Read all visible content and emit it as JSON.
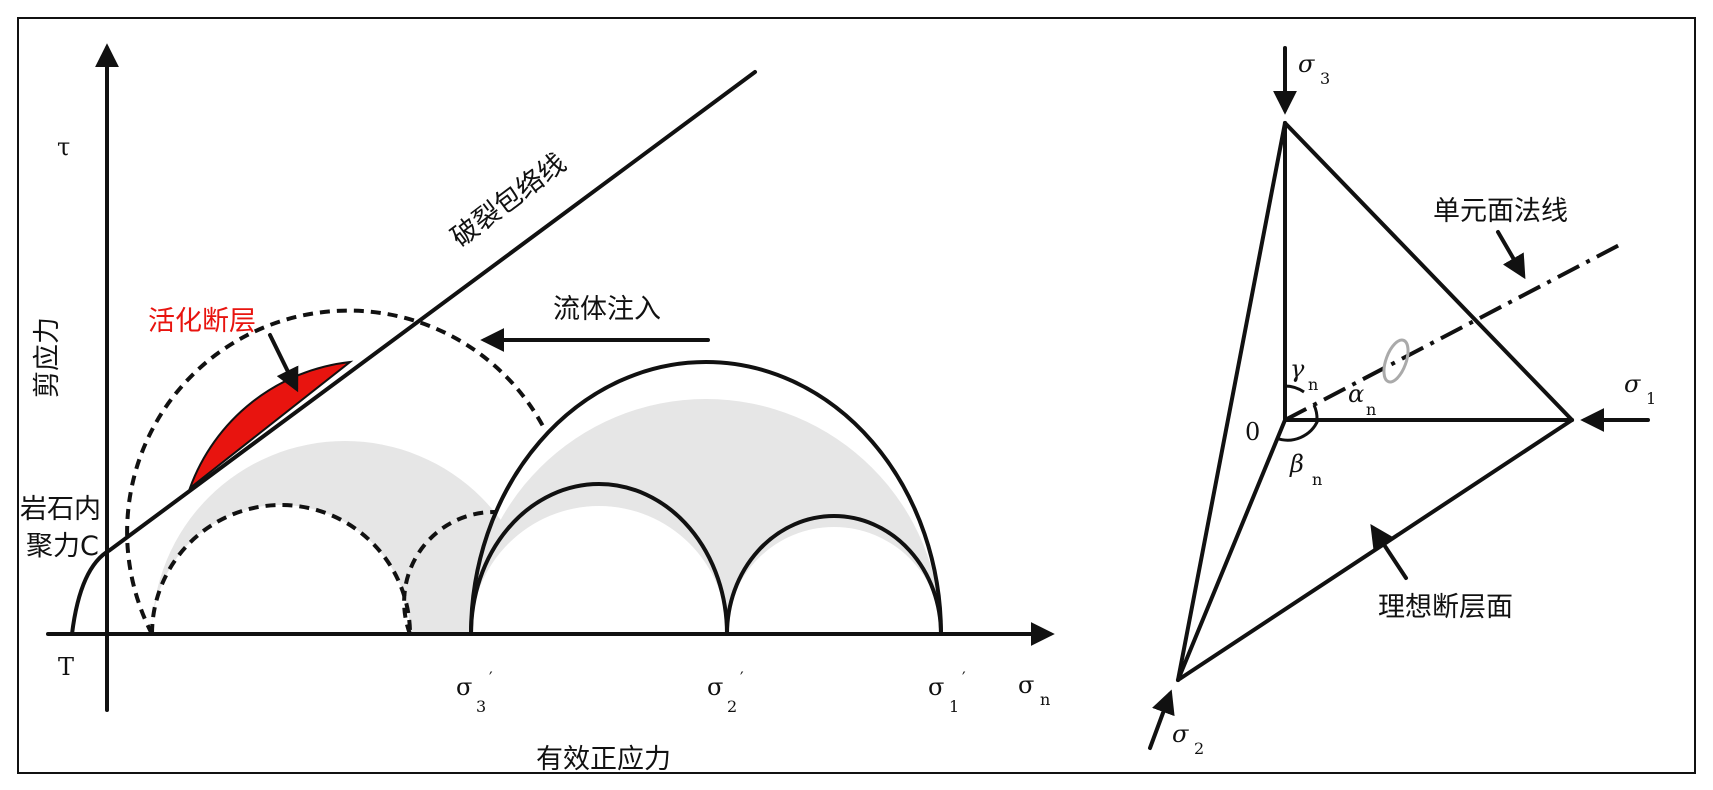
{
  "left_panel": {
    "y_axis_symbol": "τ",
    "y_axis_label": "剪应力",
    "x_axis_label": "有效正应力",
    "x_axis_symbol": "σ",
    "x_axis_symbol_sub": "n",
    "tensile_label": "T",
    "cohesion_label_line1": "岩石内",
    "cohesion_label_line2": "聚力C",
    "envelope_label": "破裂包络线",
    "activated_fault_label": "活化断层",
    "fluid_injection_label": "流体注入",
    "sigma3_prime": {
      "sym": "σ",
      "sub": "3",
      "prime": "′"
    },
    "sigma2_prime": {
      "sym": "σ",
      "sub": "2",
      "prime": "′"
    },
    "sigma1_prime": {
      "sym": "σ",
      "sub": "1",
      "prime": "′"
    },
    "colors": {
      "activated_fault": "#e8140f",
      "mohr_circle_fill": "#e6e6e6"
    }
  },
  "right_panel": {
    "sigma3": {
      "sym": "σ",
      "sub": "3"
    },
    "sigma1": {
      "sym": "σ",
      "sub": "1"
    },
    "sigma2": {
      "sym": "σ",
      "sub": "2"
    },
    "origin_label": "0",
    "gamma": {
      "sym": "γ",
      "sub": "n"
    },
    "alpha": {
      "sym": "α",
      "sub": "n"
    },
    "beta": {
      "sym": "β",
      "sub": "n"
    },
    "normal_label": "单元面法线",
    "fault_plane_label": "理想断层面"
  }
}
